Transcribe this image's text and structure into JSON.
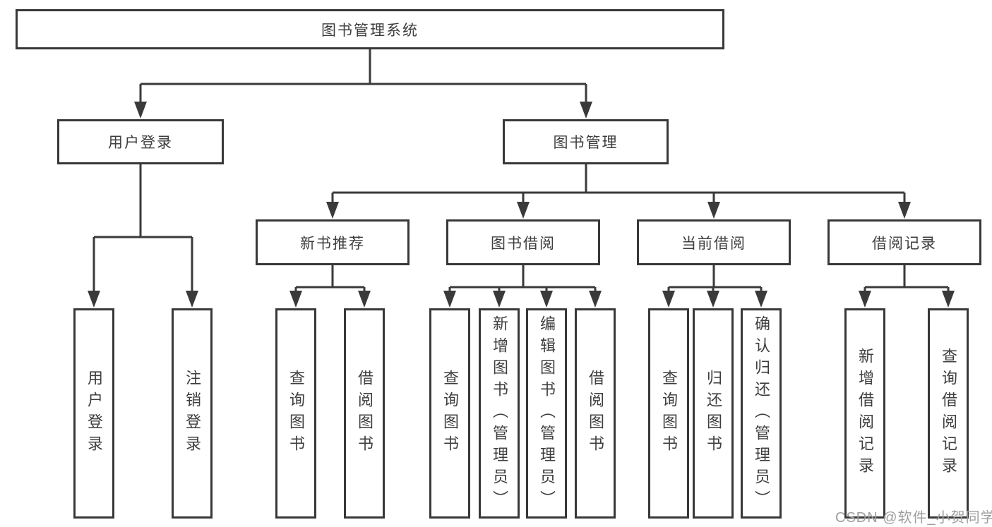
{
  "tree": {
    "root": "图书管理系统",
    "login": {
      "label": "用户登录",
      "children": [
        "用户登录",
        "注销登录"
      ]
    },
    "mgmt": {
      "label": "图书管理",
      "groups": [
        {
          "label": "新书推荐",
          "children": [
            "查询图书",
            "借阅图书"
          ]
        },
        {
          "label": "图书借阅",
          "children": [
            "查询图书",
            "新增图书（管理员）",
            "编辑图书（管理员）",
            "借阅图书"
          ]
        },
        {
          "label": "当前借阅",
          "children": [
            "查询图书",
            "归还图书",
            "确认归还（管理员）"
          ]
        },
        {
          "label": "借阅记录",
          "children": [
            "新增借阅记录",
            "查询借阅记录"
          ]
        }
      ]
    }
  },
  "watermark": "CSDN @软件_小贺同学",
  "colors": {
    "line": "#3a3a3a",
    "box_border": "#383838",
    "text": "#3e3e3e",
    "watermark": "#9e9e9e",
    "background": "#ffffff"
  }
}
